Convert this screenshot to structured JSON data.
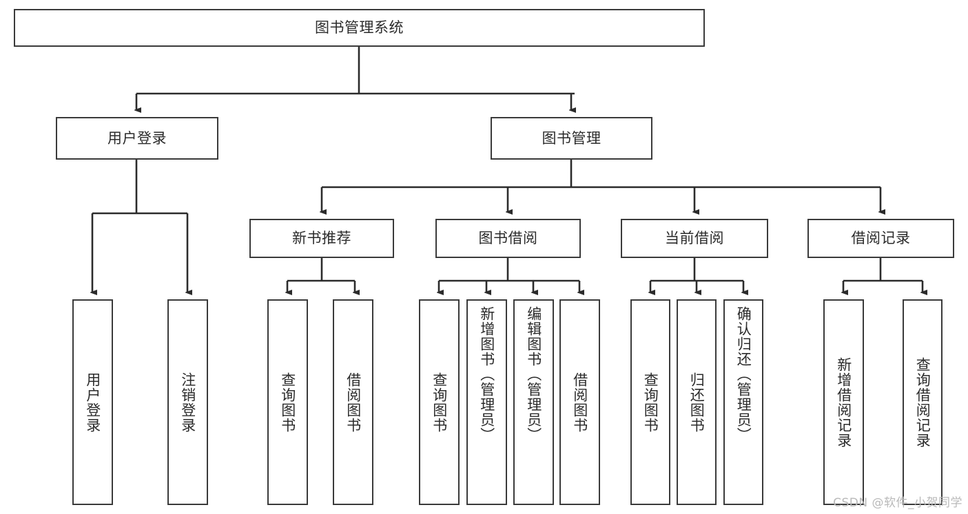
{
  "diagram": {
    "type": "tree",
    "title": "图书管理系统",
    "orientation": "top-down",
    "colors": {
      "box_border": "#3a3a3a",
      "box_fill": "#ffffff",
      "connector": "#2b2b2b",
      "text": "#2b2b2b",
      "watermark": "#b9b9b9",
      "page_background": "#ffffff"
    },
    "root": {
      "label": "图书管理系统"
    },
    "level2": [
      {
        "label": "用户登录"
      },
      {
        "label": "图书管理"
      }
    ],
    "level3": [
      {
        "label": "新书推荐"
      },
      {
        "label": "图书借阅"
      },
      {
        "label": "当前借阅"
      },
      {
        "label": "借阅记录"
      }
    ],
    "leaves": {
      "user_login": [
        {
          "label": "用户登录"
        },
        {
          "label": "注销登录"
        }
      ],
      "new_book_recommend": [
        {
          "label": "查询图书"
        },
        {
          "label": "借阅图书"
        }
      ],
      "book_borrow": [
        {
          "label": "查询图书"
        },
        {
          "label": "新增图书（管理员）"
        },
        {
          "label": "编辑图书（管理员）"
        },
        {
          "label": "借阅图书"
        }
      ],
      "current_borrow": [
        {
          "label": "查询图书"
        },
        {
          "label": "归还图书"
        },
        {
          "label": "确认归还（管理员）"
        }
      ],
      "borrow_record": [
        {
          "label": "新增借阅记录"
        },
        {
          "label": "查询借阅记录"
        }
      ]
    }
  },
  "watermark": {
    "text": "CSDN @软件_小贺同学"
  }
}
